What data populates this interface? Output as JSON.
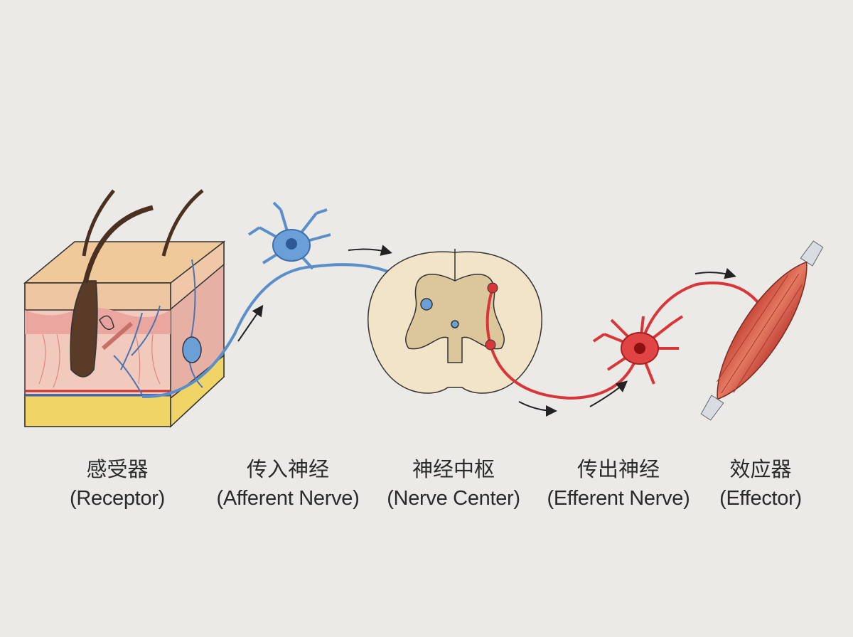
{
  "labels": [
    {
      "zh": "感受器",
      "en": "(Receptor)"
    },
    {
      "zh": "传入神经",
      "en": "(Afferent Nerve)"
    },
    {
      "zh": "神经中枢",
      "en": "(Nerve Center)"
    },
    {
      "zh": "传出神经",
      "en": "(Efferent Nerve)"
    },
    {
      "zh": "效应器",
      "en": "(Effector)"
    }
  ],
  "colors": {
    "background": "#ebeae6",
    "afferent": "#5b8fc9",
    "efferent": "#d9363a",
    "skin_top": "#efc99a",
    "fat": "#f2d75e",
    "muscle": "#d9644c",
    "spinal_white": "#f1e4c8",
    "spinal_gray": "#dcc79c"
  }
}
